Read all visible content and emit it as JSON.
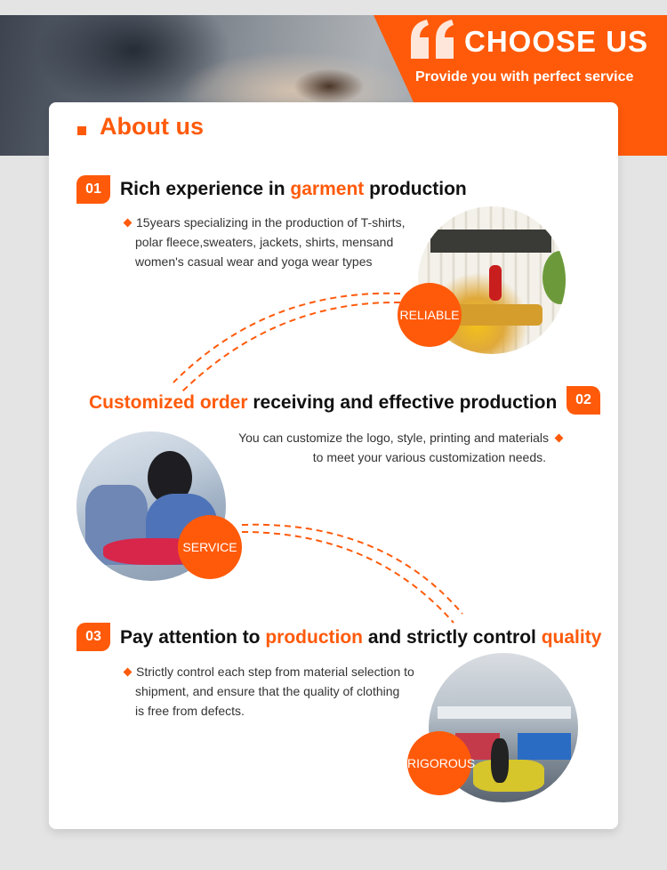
{
  "banner": {
    "title": "CHOOSE US",
    "subtitle": "Provide you with perfect service"
  },
  "about": {
    "title": "About us"
  },
  "sections": [
    {
      "number": "01",
      "heading_pre": "Rich experience in ",
      "heading_highlight": "garment",
      "heading_post": " production",
      "desc_lines": [
        "15years specializing in the production of T-shirts,",
        "polar fleece,sweaters, jackets, shirts, mensand",
        "women's casual wear and yoga wear types"
      ],
      "tag": "RELIABLE"
    },
    {
      "number": "02",
      "heading_highlight": "Customized order",
      "heading_post": " receiving and effective production",
      "desc_lines": [
        "You can customize the logo, style, printing and materials",
        "to meet your various customization needs."
      ],
      "tag": "SERVICE"
    },
    {
      "number": "03",
      "heading_pre": "Pay attention to ",
      "heading_highlight": "production",
      "heading_mid": " and strictly control ",
      "heading_highlight2": "quality",
      "desc_lines": [
        "Strictly control each step from material selection to",
        "shipment, and ensure that the quality of clothing",
        "is free from defects."
      ],
      "tag": "RIGOROUS"
    }
  ],
  "colors": {
    "accent": "#ff5a0a",
    "text": "#111111",
    "background": "#e4e4e4"
  },
  "icons": [
    "quote-mark-icon",
    "diamond-bullet-icon"
  ]
}
